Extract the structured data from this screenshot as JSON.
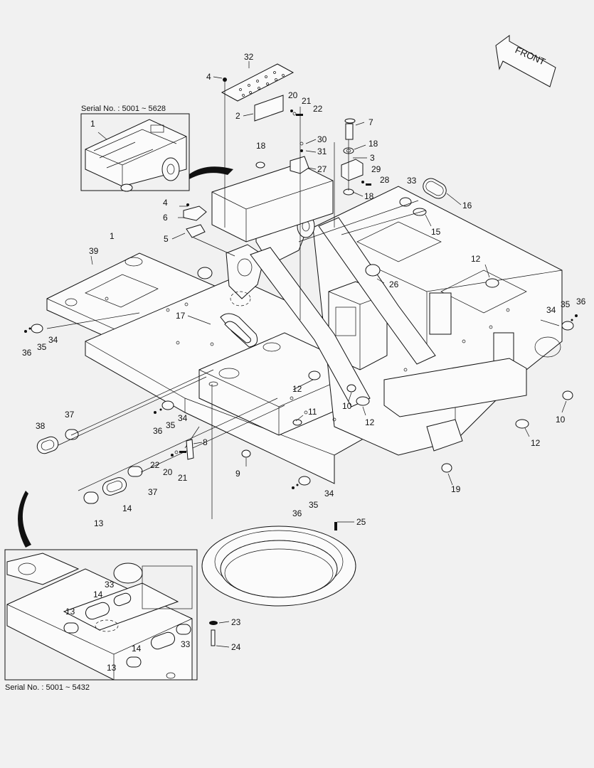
{
  "front_label": "FRONT",
  "inset_top": {
    "serial": "Serial No. : 5001 ~ 5628",
    "part": "1"
  },
  "inset_bottom": {
    "serial": "Serial No. : 5001 ~ 5432",
    "parts": [
      "33",
      "14",
      "13",
      "14",
      "33",
      "13"
    ]
  },
  "callouts": {
    "c32": "32",
    "c4a": "4",
    "c20a": "20",
    "c21a": "21",
    "c22a": "22",
    "c2": "2",
    "c7": "7",
    "c18a": "18",
    "c30": "30",
    "c31": "31",
    "c18b": "18",
    "c27": "27",
    "c3": "3",
    "c29": "29",
    "c28": "28",
    "c18c": "18",
    "c33": "33",
    "c16": "16",
    "c15": "15",
    "c4b": "4",
    "c6": "6",
    "c5": "5",
    "c1": "1",
    "c39": "39",
    "c12a": "12",
    "c26": "26",
    "c35a": "35",
    "c36a": "36",
    "c34a": "34",
    "c34b": "34",
    "c36b": "36",
    "c35b": "35",
    "c17": "17",
    "c12b": "12",
    "c10a": "10",
    "c10b": "10",
    "c11": "11",
    "c12c": "12",
    "c12d": "12",
    "c38": "38",
    "c37a": "37",
    "c36c": "36",
    "c35c": "35",
    "c34c": "34",
    "c8": "8",
    "c22b": "22",
    "c20b": "20",
    "c21b": "21",
    "c9": "9",
    "c37b": "37",
    "c14": "14",
    "c13": "13",
    "c19": "19",
    "c34d": "34",
    "c36d": "36",
    "c35d": "35",
    "c25": "25",
    "c23": "23",
    "c24": "24"
  }
}
